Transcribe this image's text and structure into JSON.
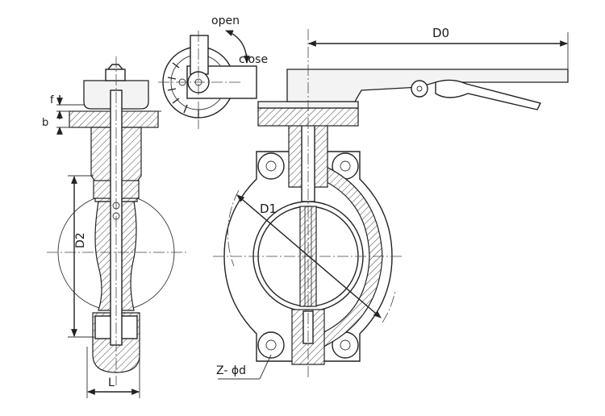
{
  "labels": {
    "open": "open",
    "close": "close",
    "d0": "D0",
    "d1": "D1",
    "d2": "D2",
    "f": "f",
    "b": "b",
    "l": "L",
    "z_phi_d": "Z- ϕd"
  },
  "colors": {
    "line": "#222222",
    "background": "#ffffff"
  }
}
